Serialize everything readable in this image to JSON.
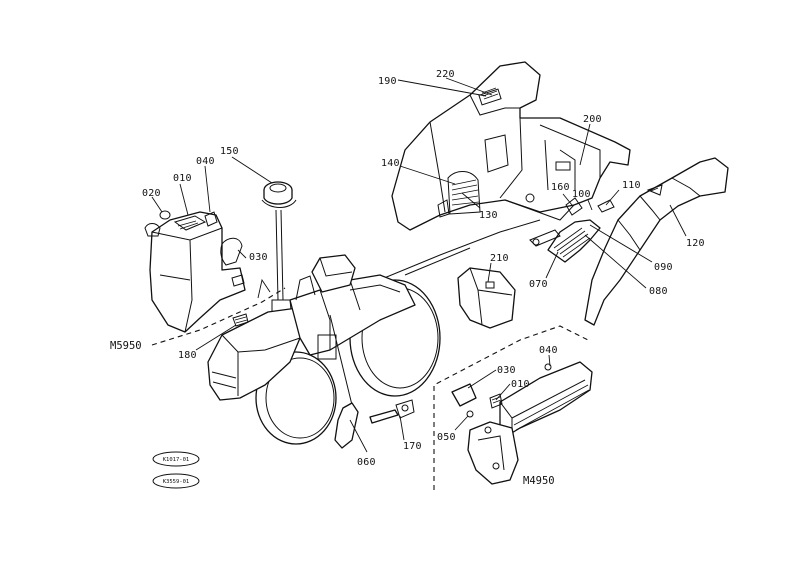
{
  "diagram": {
    "part_labels": [
      "190",
      "220",
      "200",
      "150",
      "140",
      "130",
      "160",
      "100",
      "110",
      "020",
      "010",
      "040",
      "030",
      "210",
      "120",
      "090",
      "070",
      "080",
      "180",
      "040",
      "030",
      "010",
      "050",
      "060",
      "170"
    ],
    "model_labels": [
      "M5950",
      "M4950"
    ],
    "reference_codes": [
      "K1017-01",
      "K3559-01"
    ]
  }
}
